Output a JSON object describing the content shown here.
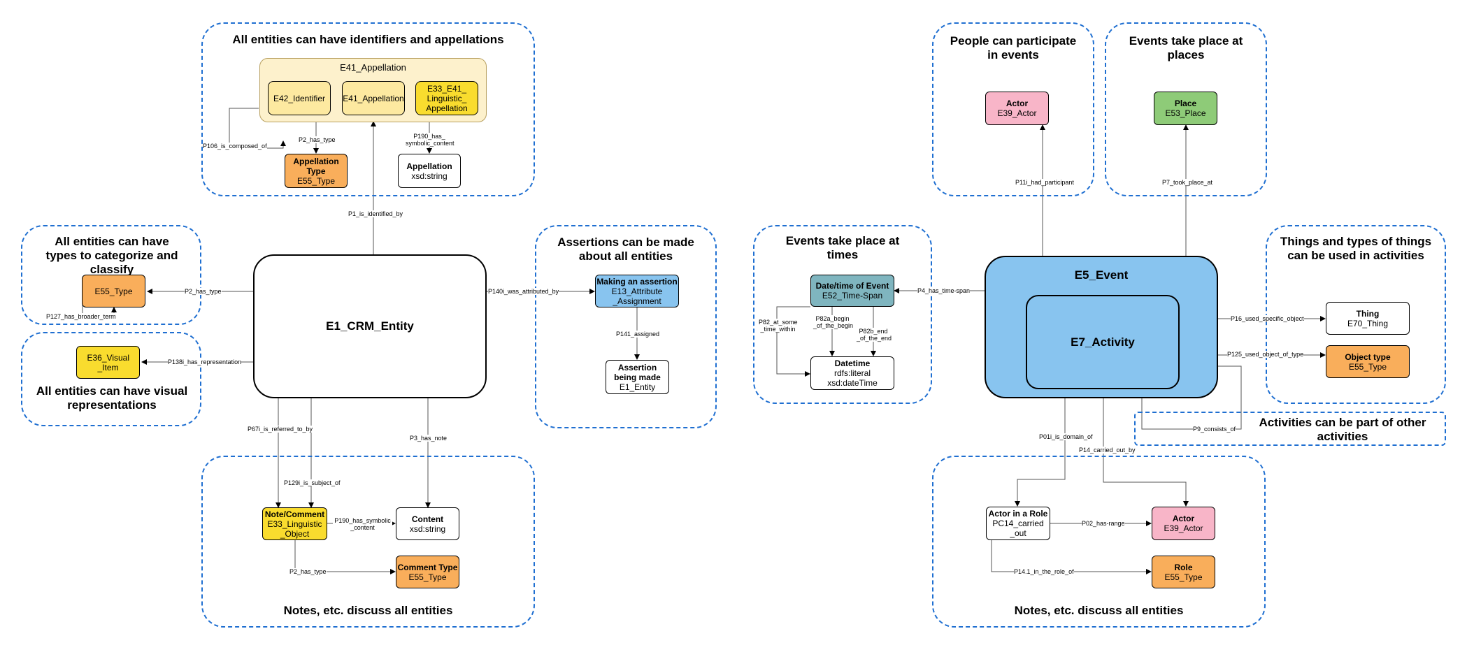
{
  "groups": {
    "appellations_title": "All entities can have identifiers and appellations",
    "types_title": "All entities can have types to categorize and classify",
    "visual_title": "All entities can have visual representations",
    "assertions_title": "Assertions can be made about all entities",
    "notes_left_title": "Notes, etc. discuss all entities",
    "people_title": "People can participate in events",
    "places_title": "Events take place at places",
    "times_title": "Events take place at times",
    "things_title": "Things and types of things can be used in activities",
    "activities_title": "Activities can be part of other activities",
    "notes_right_title": "Notes, etc. discuss all entities"
  },
  "nodes": {
    "e41_container": "E41_Appellation",
    "e42_identifier": "E42_Identifier",
    "e41_appellation": "E41_Appellation",
    "e33_e41": "E33_E41_ Linguistic_ Appellation",
    "appellation_type": {
      "l1": "Appellation Type",
      "l2": "E55_Type"
    },
    "appellation_string": {
      "l1": "Appellation",
      "l2": "xsd:string"
    },
    "e55_type": "E55_Type",
    "e36_visual": "E36_Visual _Item",
    "e1_crm_entity": "E1_CRM_Entity",
    "making_assertion": {
      "l1": "Making an assertion",
      "l2": "E13_Attribute _Assignment"
    },
    "assertion_made": {
      "l1": "Assertion being made",
      "l2": "E1_Entity"
    },
    "note_comment": {
      "l1": "Note/Comment",
      "l2": "E33_Linguistic _Object"
    },
    "content": {
      "l1": "Content",
      "l2": "xsd:string"
    },
    "comment_type": {
      "l1": "Comment Type",
      "l2": "E55_Type"
    },
    "actor_top": {
      "l1": "Actor",
      "l2": "E39_Actor"
    },
    "place": {
      "l1": "Place",
      "l2": "E53_Place"
    },
    "time_span": {
      "l1": "Date/time of Event",
      "l2": "E52_Time-Span"
    },
    "datetime": {
      "l1": "Datetime",
      "l2": "rdfs:literal",
      "l3": "xsd:dateTime"
    },
    "e5_event": "E5_Event",
    "e7_activity": "E7_Activity",
    "thing": {
      "l1": "Thing",
      "l2": "E70_Thing"
    },
    "object_type": {
      "l1": "Object type",
      "l2": "E55_Type"
    },
    "actor_in_role": {
      "l1": "Actor in a Role",
      "l2": "PC14_carried _out"
    },
    "actor_bottom": {
      "l1": "Actor",
      "l2": "E39_Actor"
    },
    "role": {
      "l1": "Role",
      "l2": "E55_Type"
    }
  },
  "edges": {
    "p106": "P106_is_composed_of",
    "p2_appellation": "P2_has_type",
    "p190_appellation": "P190_has_ symbolic_content",
    "p1": "P1_is_identified_by",
    "p2_type": "P2_has_type",
    "p127": "P127_has_broader_term",
    "p138i": "P138i_has_representation",
    "p140i": "P140i_was_attributed_by",
    "p141": "P141_assigned",
    "p67i": "P67i_is_referred_to_by",
    "p129i": "P129i_is_subject_of",
    "p3": "P3_has_note",
    "p190_note": "P190_has_symbolic _content",
    "p2_note": "P2_has_type",
    "p11i": "P11i_had_participant",
    "p7": "P7_took_place_at",
    "p4": "P4_has_time-span",
    "p82": "P82_at_some _time_within",
    "p82a": "P82a_begin _of_the_begin",
    "p82b": "P82b_end _of_the_end",
    "p16": "P16_used_specific_object",
    "p125": "P125_used_object_of_type",
    "p9": "P9_consists_of",
    "p01i": "P01i_is_domain_of",
    "p14": "P14_carried_out_by",
    "p02": "P02_has-range",
    "p14_1": "P14.1_in_the_role_of"
  }
}
